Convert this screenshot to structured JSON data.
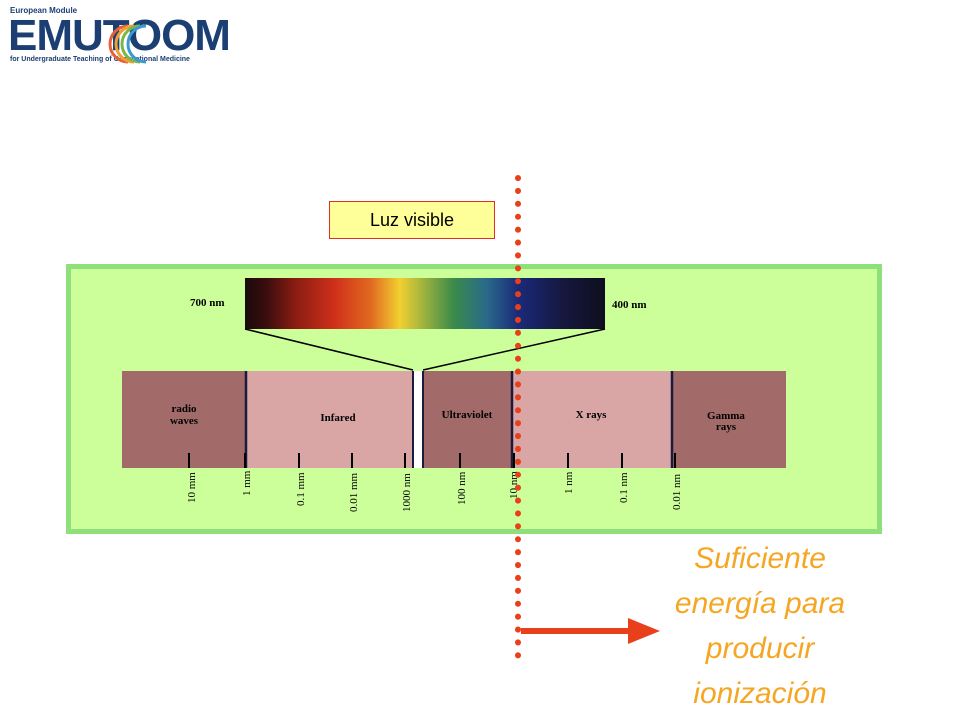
{
  "logo": {
    "top_line": "European Module",
    "wordmark": "EMUTOOM",
    "subtitle": "for Undergraduate Teaching of Occupational Medicine"
  },
  "visible_light": {
    "label": "Luz visible",
    "left_wavelength": "700 nm",
    "right_wavelength": "400 nm"
  },
  "spectrum": {
    "bands": [
      {
        "label_line1": "radio",
        "label_line2": "waves"
      },
      {
        "label_line1": "Infared",
        "label_line2": ""
      },
      {
        "label_line1": "Ultraviolet",
        "label_line2": ""
      },
      {
        "label_line1": "X rays",
        "label_line2": ""
      },
      {
        "label_line1": "Gamma",
        "label_line2": "rays"
      }
    ],
    "ticks": [
      "10 mm",
      "1 mm",
      "0.1 mm",
      "0.01 mm",
      "1000 nm",
      "100 nm",
      "10 nm",
      "1 nm",
      "0.1 nm",
      "0.01 nm"
    ]
  },
  "caption": {
    "line1": "Suficiente",
    "line2": "energía para",
    "line3": "producir",
    "line4": "ionización"
  },
  "colors": {
    "panel_bg": "#ccff99",
    "panel_border": "#8fe07a",
    "radio_band": "#a36a6a",
    "infrared_band": "#d9a5a5",
    "caption_text": "#f5a623",
    "threshold_line": "#e8401a"
  }
}
